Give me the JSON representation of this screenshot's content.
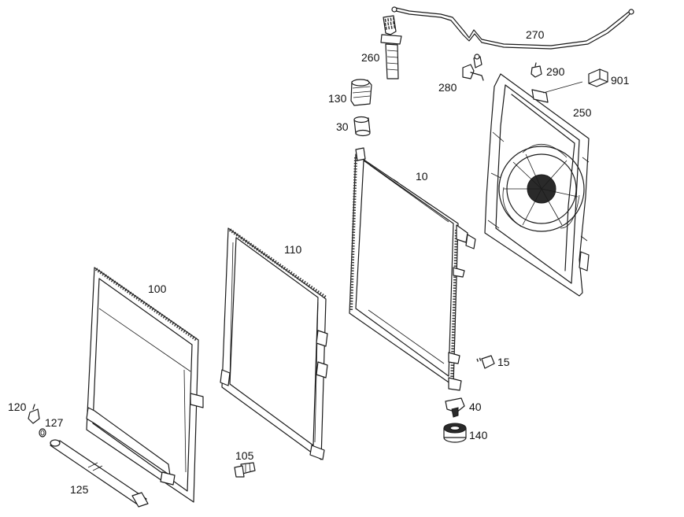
{
  "labels": {
    "p10": "10",
    "p15": "15",
    "p30": "30",
    "p40": "40",
    "p100": "100",
    "p105": "105",
    "p110": "110",
    "p120": "120",
    "p125": "125",
    "p127": "127",
    "p130": "130",
    "p140": "140",
    "p250": "250",
    "p260": "260",
    "p270": "270",
    "p280": "280",
    "p290": "290",
    "p901": "901"
  }
}
